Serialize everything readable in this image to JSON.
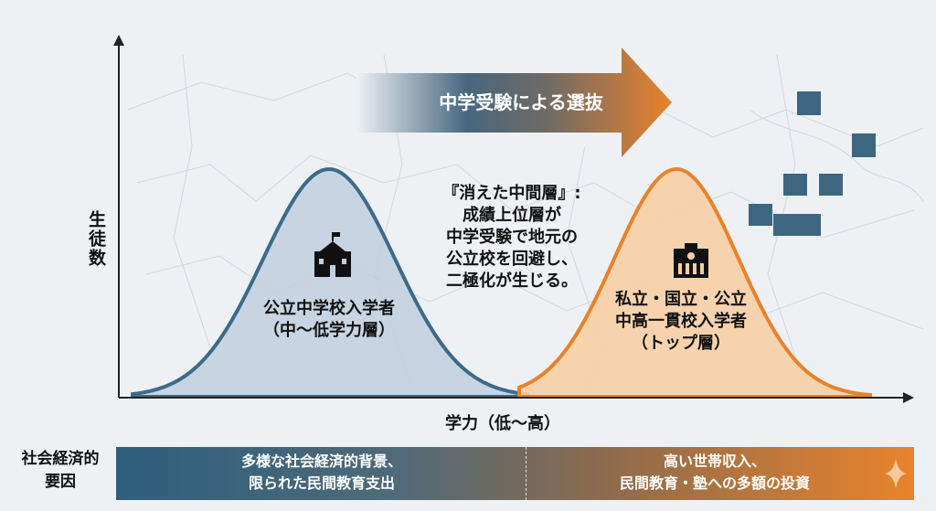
{
  "axes": {
    "y_label": "生徒数",
    "x_label": "学力（低〜高）"
  },
  "arrow": {
    "label": "中学受験による選抜"
  },
  "annotation": {
    "text": "『消えた中間層』:\n成績上位層が\n中学受験で地元の\n公立校を回避し、\n二極化が生じる。"
  },
  "left_group": {
    "label": "公立中学校入学者\n（中〜低学力層）",
    "icon": "school-icon",
    "color": "#3e6a88",
    "fill": "#bfd0de"
  },
  "right_group": {
    "label": "私立・国立・公立\n中高一貫校入学者\n（トップ層）",
    "icon": "building-icon",
    "color": "#e8822a",
    "fill": "#f7cfa5"
  },
  "factors": {
    "label": "社会経済的\n要因",
    "left": "多様な社会経済的背景、\n限られた民間教育支出",
    "right": "高い世帯収入、\n民間教育・塾への多額の投資"
  },
  "map_icons": "cram-school-building-icon"
}
